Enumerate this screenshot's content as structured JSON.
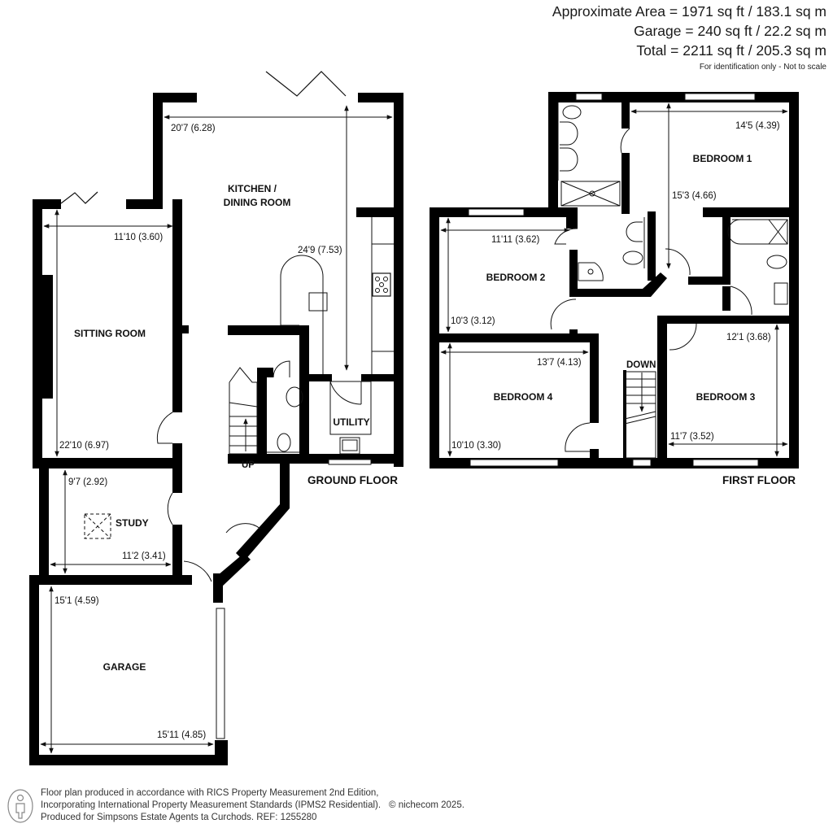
{
  "header": {
    "area_lines": [
      "Approximate Area = 1971 sq ft / 183.1 sq m",
      "Garage = 240 sq ft / 22.2 sq m",
      "Total = 2211 sq ft / 205.3 sq m"
    ],
    "note": "For identification only - Not to scale"
  },
  "floors": {
    "ground": {
      "title": "GROUND FLOOR",
      "rooms": {
        "kitchen": {
          "label_line1": "KITCHEN /",
          "label_line2": "DINING ROOM",
          "width": "20'7 (6.28)",
          "length": "24'9 (7.53)"
        },
        "sitting": {
          "label": "SITTING ROOM",
          "width": "11'10 (3.60)",
          "length": "22'10 (6.97)"
        },
        "utility": {
          "label": "UTILITY"
        },
        "study": {
          "label": "STUDY",
          "length": "9'7 (2.92)",
          "width": "11'2 (3.41)"
        },
        "garage": {
          "label": "GARAGE",
          "length": "15'1 (4.59)",
          "width": "15'11 (4.85)"
        }
      },
      "stairs_label": "UP"
    },
    "first": {
      "title": "FIRST FLOOR",
      "rooms": {
        "bedroom1": {
          "label": "BEDROOM 1",
          "width": "14'5 (4.39)",
          "length": "15'3 (4.66)"
        },
        "bedroom2": {
          "label": "BEDROOM 2",
          "width": "11'11 (3.62)",
          "length": "10'3 (3.12)"
        },
        "bedroom3": {
          "label": "BEDROOM 3",
          "length": "12'1 (3.68)",
          "width": "11'7 (3.52)"
        },
        "bedroom4": {
          "label": "BEDROOM 4",
          "width": "13'7 (4.13)",
          "length": "10'10 (3.30)"
        }
      },
      "stairs_label": "DOWN"
    }
  },
  "footer": {
    "line1": "Floor plan produced in accordance with RICS Property Measurement 2nd Edition,",
    "line2": "Incorporating International Property Measurement Standards (IPMS2 Residential).",
    "copyright": "© nichecom 2025.",
    "line3": "Produced for Simpsons Estate Agents ta Curchods.   REF: 1255280",
    "icon": "person-info-icon"
  },
  "colors": {
    "wall": "#000000",
    "line": "#111111",
    "background": "#ffffff",
    "text_secondary": "#333333"
  }
}
